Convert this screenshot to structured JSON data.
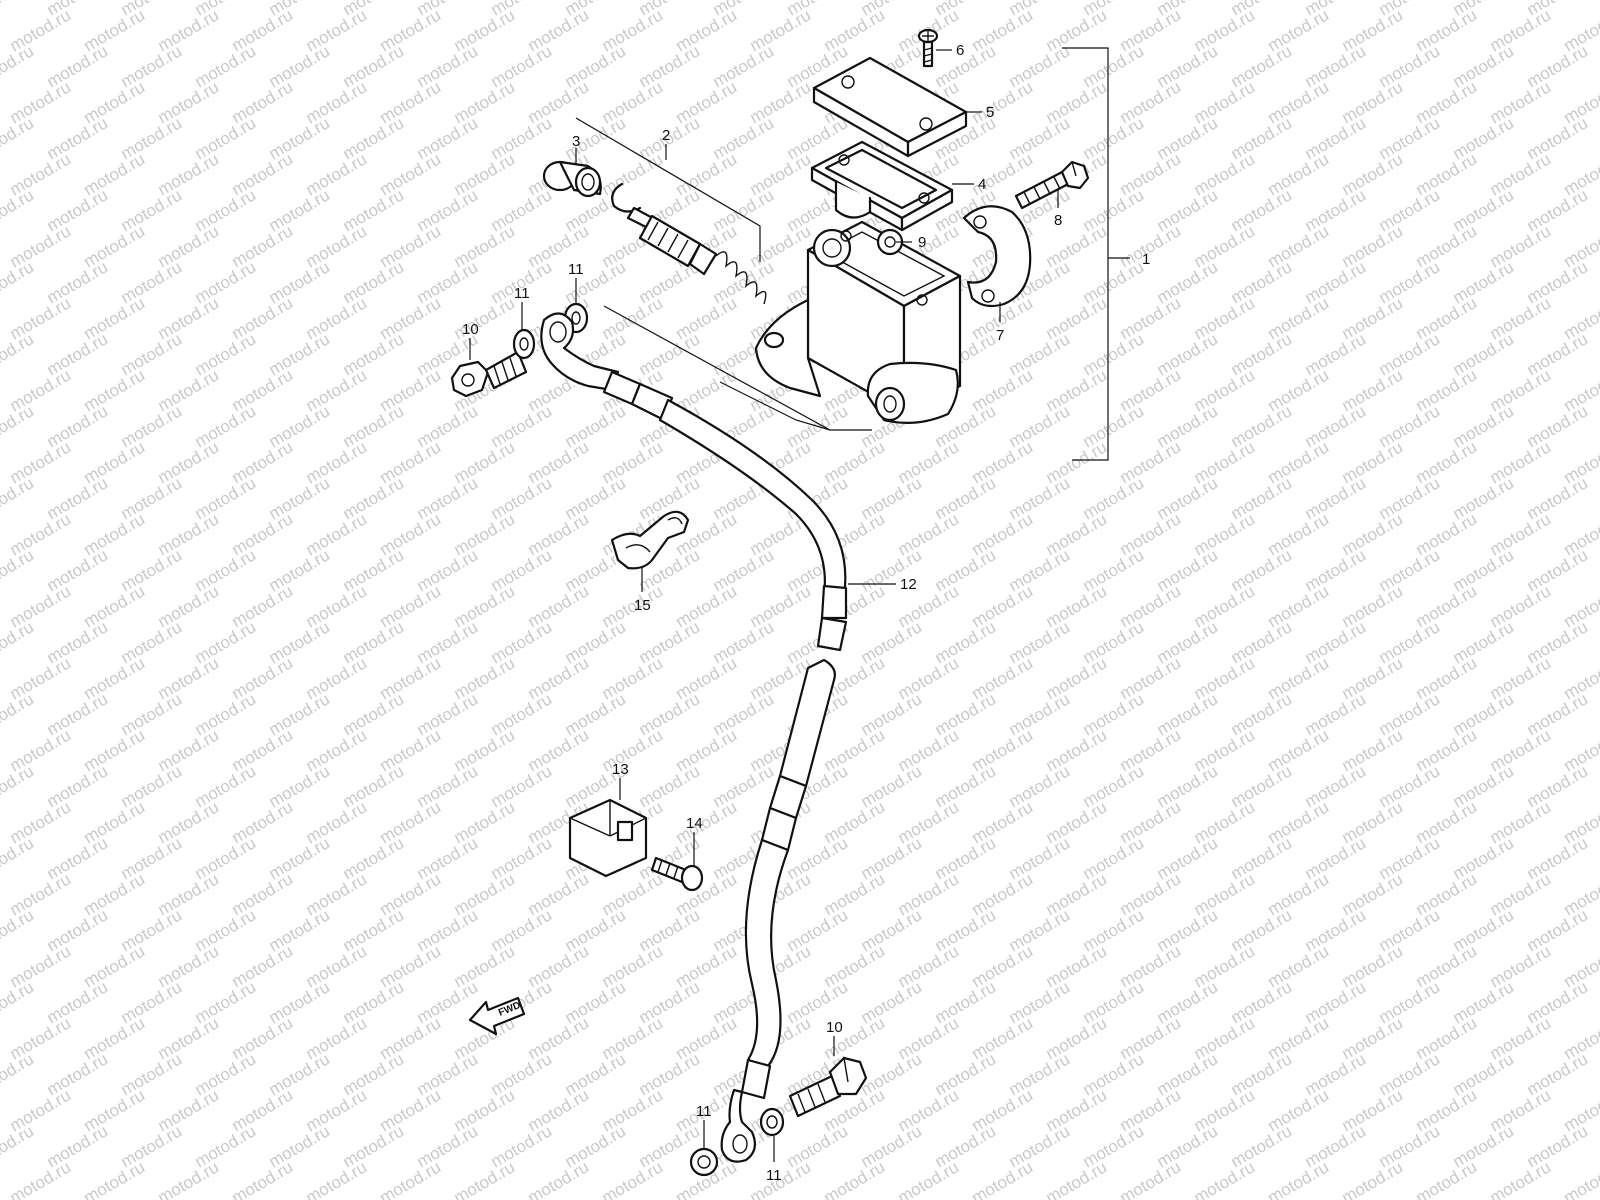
{
  "watermark": "motod.ru",
  "fwd_label": "FWD",
  "callouts": {
    "c1": "1",
    "c2": "2",
    "c3": "3",
    "c4": "4",
    "c5": "5",
    "c6": "6",
    "c7": "7",
    "c8": "8",
    "c9": "9",
    "c10_top": "10",
    "c11_top_a": "11",
    "c11_top_b": "11",
    "c12": "12",
    "c13": "13",
    "c14": "14",
    "c15": "15",
    "c10_bottom": "10",
    "c11_bottom_a": "11",
    "c11_bottom_b": "11"
  },
  "colors": {
    "line": "#111111",
    "watermark": "#c9c9c9",
    "background": "#ffffff"
  }
}
